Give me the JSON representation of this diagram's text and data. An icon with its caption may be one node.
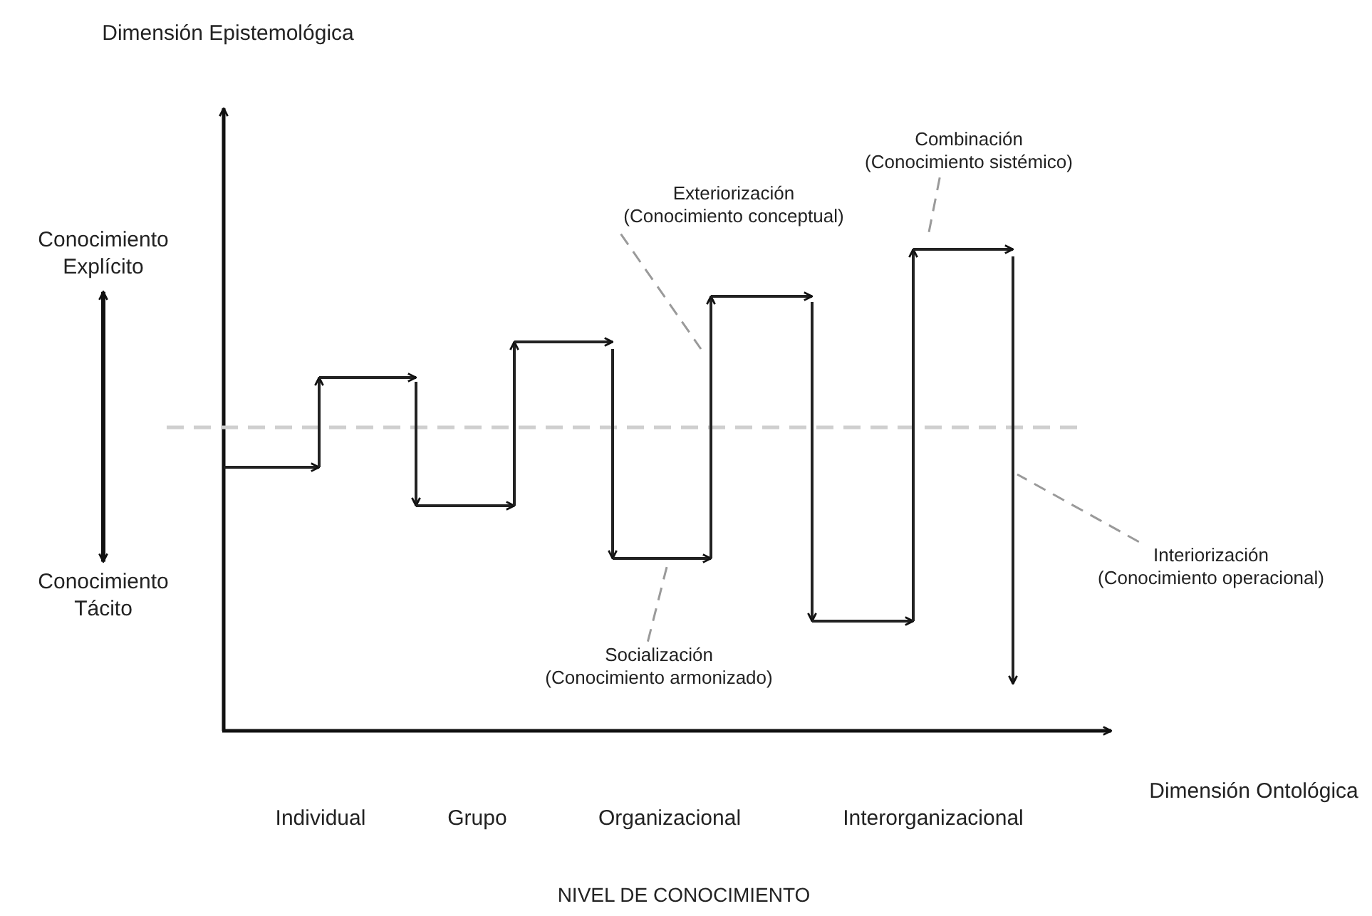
{
  "diagram": {
    "nodes": [
      {
        "text": [
          "Conocimiento Explícito"
        ]
      },
      {
        "text": [
          "Conocimiento Tácito"
        ]
      },
      {
        "text": [
          "Exteriorización",
          "(Conocimiento conceptual)"
        ]
      },
      {
        "text": [
          "Combinación",
          "(Conocimiento sistémico)"
        ]
      },
      {
        "text": [
          "Socialización",
          "(Conocimiento armonizado)"
        ]
      },
      {
        "text": [
          "Interiorización",
          "(Conocimiento operacional)"
        ]
      }
    ],
    "edges": [
      {
        "from": 0,
        "to": 1,
        "arrow": "both",
        "style": "thick",
        "color": "#111111"
      },
      {
        "from": 2,
        "to": null,
        "arrow": "none",
        "style": "dashed"
      },
      {
        "from": 3,
        "to": null,
        "arrow": "none",
        "style": "dashed"
      },
      {
        "from": 4,
        "to": null,
        "arrow": "none",
        "style": "dashed"
      },
      {
        "from": 5,
        "to": null,
        "arrow": "none",
        "style": "dashed"
      }
    ],
    "labels": [
      "Dimensión Epistemológica",
      "Dimensión Ontológica",
      "Individual",
      "Grupo",
      "Organizacional",
      "Interorganizacional",
      "NIVEL DE CONOCIMIENTO"
    ]
  }
}
